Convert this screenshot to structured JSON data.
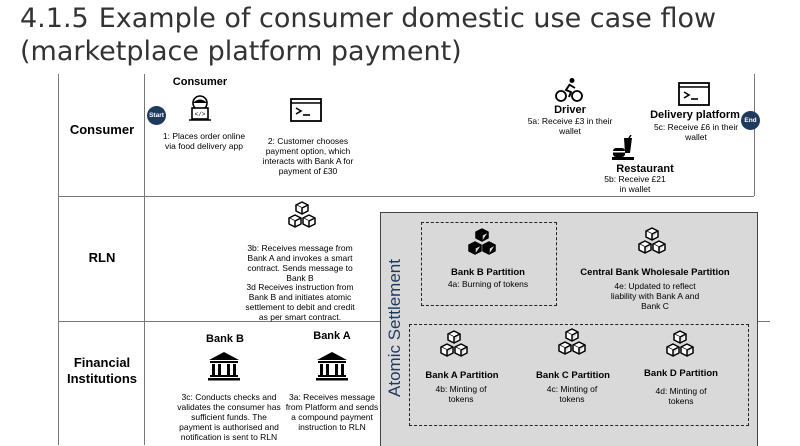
{
  "title": {
    "number": "4.1.5",
    "text": "Example of consumer domestic use case flow (marketplace platform payment)"
  },
  "lanes": {
    "consumer": "Consumer",
    "rln": "RLN",
    "fi": "Financial Institutions"
  },
  "consumer": {
    "heading": "Consumer",
    "start": "Start",
    "end": "End",
    "step1": "1: Places order online via food delivery app",
    "step2": "2: Customer chooses payment option, which interacts with Bank A for payment of £30",
    "driver": {
      "name": "Driver",
      "text": "5a: Receive £3 in their wallet"
    },
    "delivery": {
      "name": "Delivery platform",
      "text": "5c: Receive £6 in their wallet"
    },
    "restaurant": {
      "name": "Restaurant",
      "text": "5b: Receive £21 in wallet"
    }
  },
  "rln": {
    "step3b": "3b: Receives message from Bank A and invokes a smart contract. Sends message to Bank B",
    "step3d": "3d Receives instruction from Bank B and initiates atomic settlement to debit and credit as per smart contract."
  },
  "atomic": {
    "label": "Atomic Settlement",
    "bankB": {
      "name": "Bank B Partition",
      "text": "4a: Burning of tokens"
    },
    "central": {
      "name": "Central Bank Wholesale Partition",
      "text": "4e: Updated to reflect liability with Bank A and Bank C"
    },
    "bankAPart": {
      "name": "Bank A Partition",
      "text": "4b: Minting of tokens"
    },
    "bankCPart": {
      "name": "Bank C Partition",
      "text": "4c: Minting of tokens"
    },
    "bankDPart": {
      "name": "Bank D Partition",
      "text": "4d: Minting of tokens"
    }
  },
  "fi": {
    "bankB": {
      "name": "Bank B",
      "text": "3c: Conducts checks and validates the consumer has sufficient funds. The payment is authorised and notification is sent to RLN"
    },
    "bankA": {
      "name": "Bank A",
      "text": "3a: Receives message from Platform and sends a compound payment instruction to RLN"
    }
  },
  "colors": {
    "accent": "#1f3a5f",
    "panel": "#d9d9d9"
  }
}
